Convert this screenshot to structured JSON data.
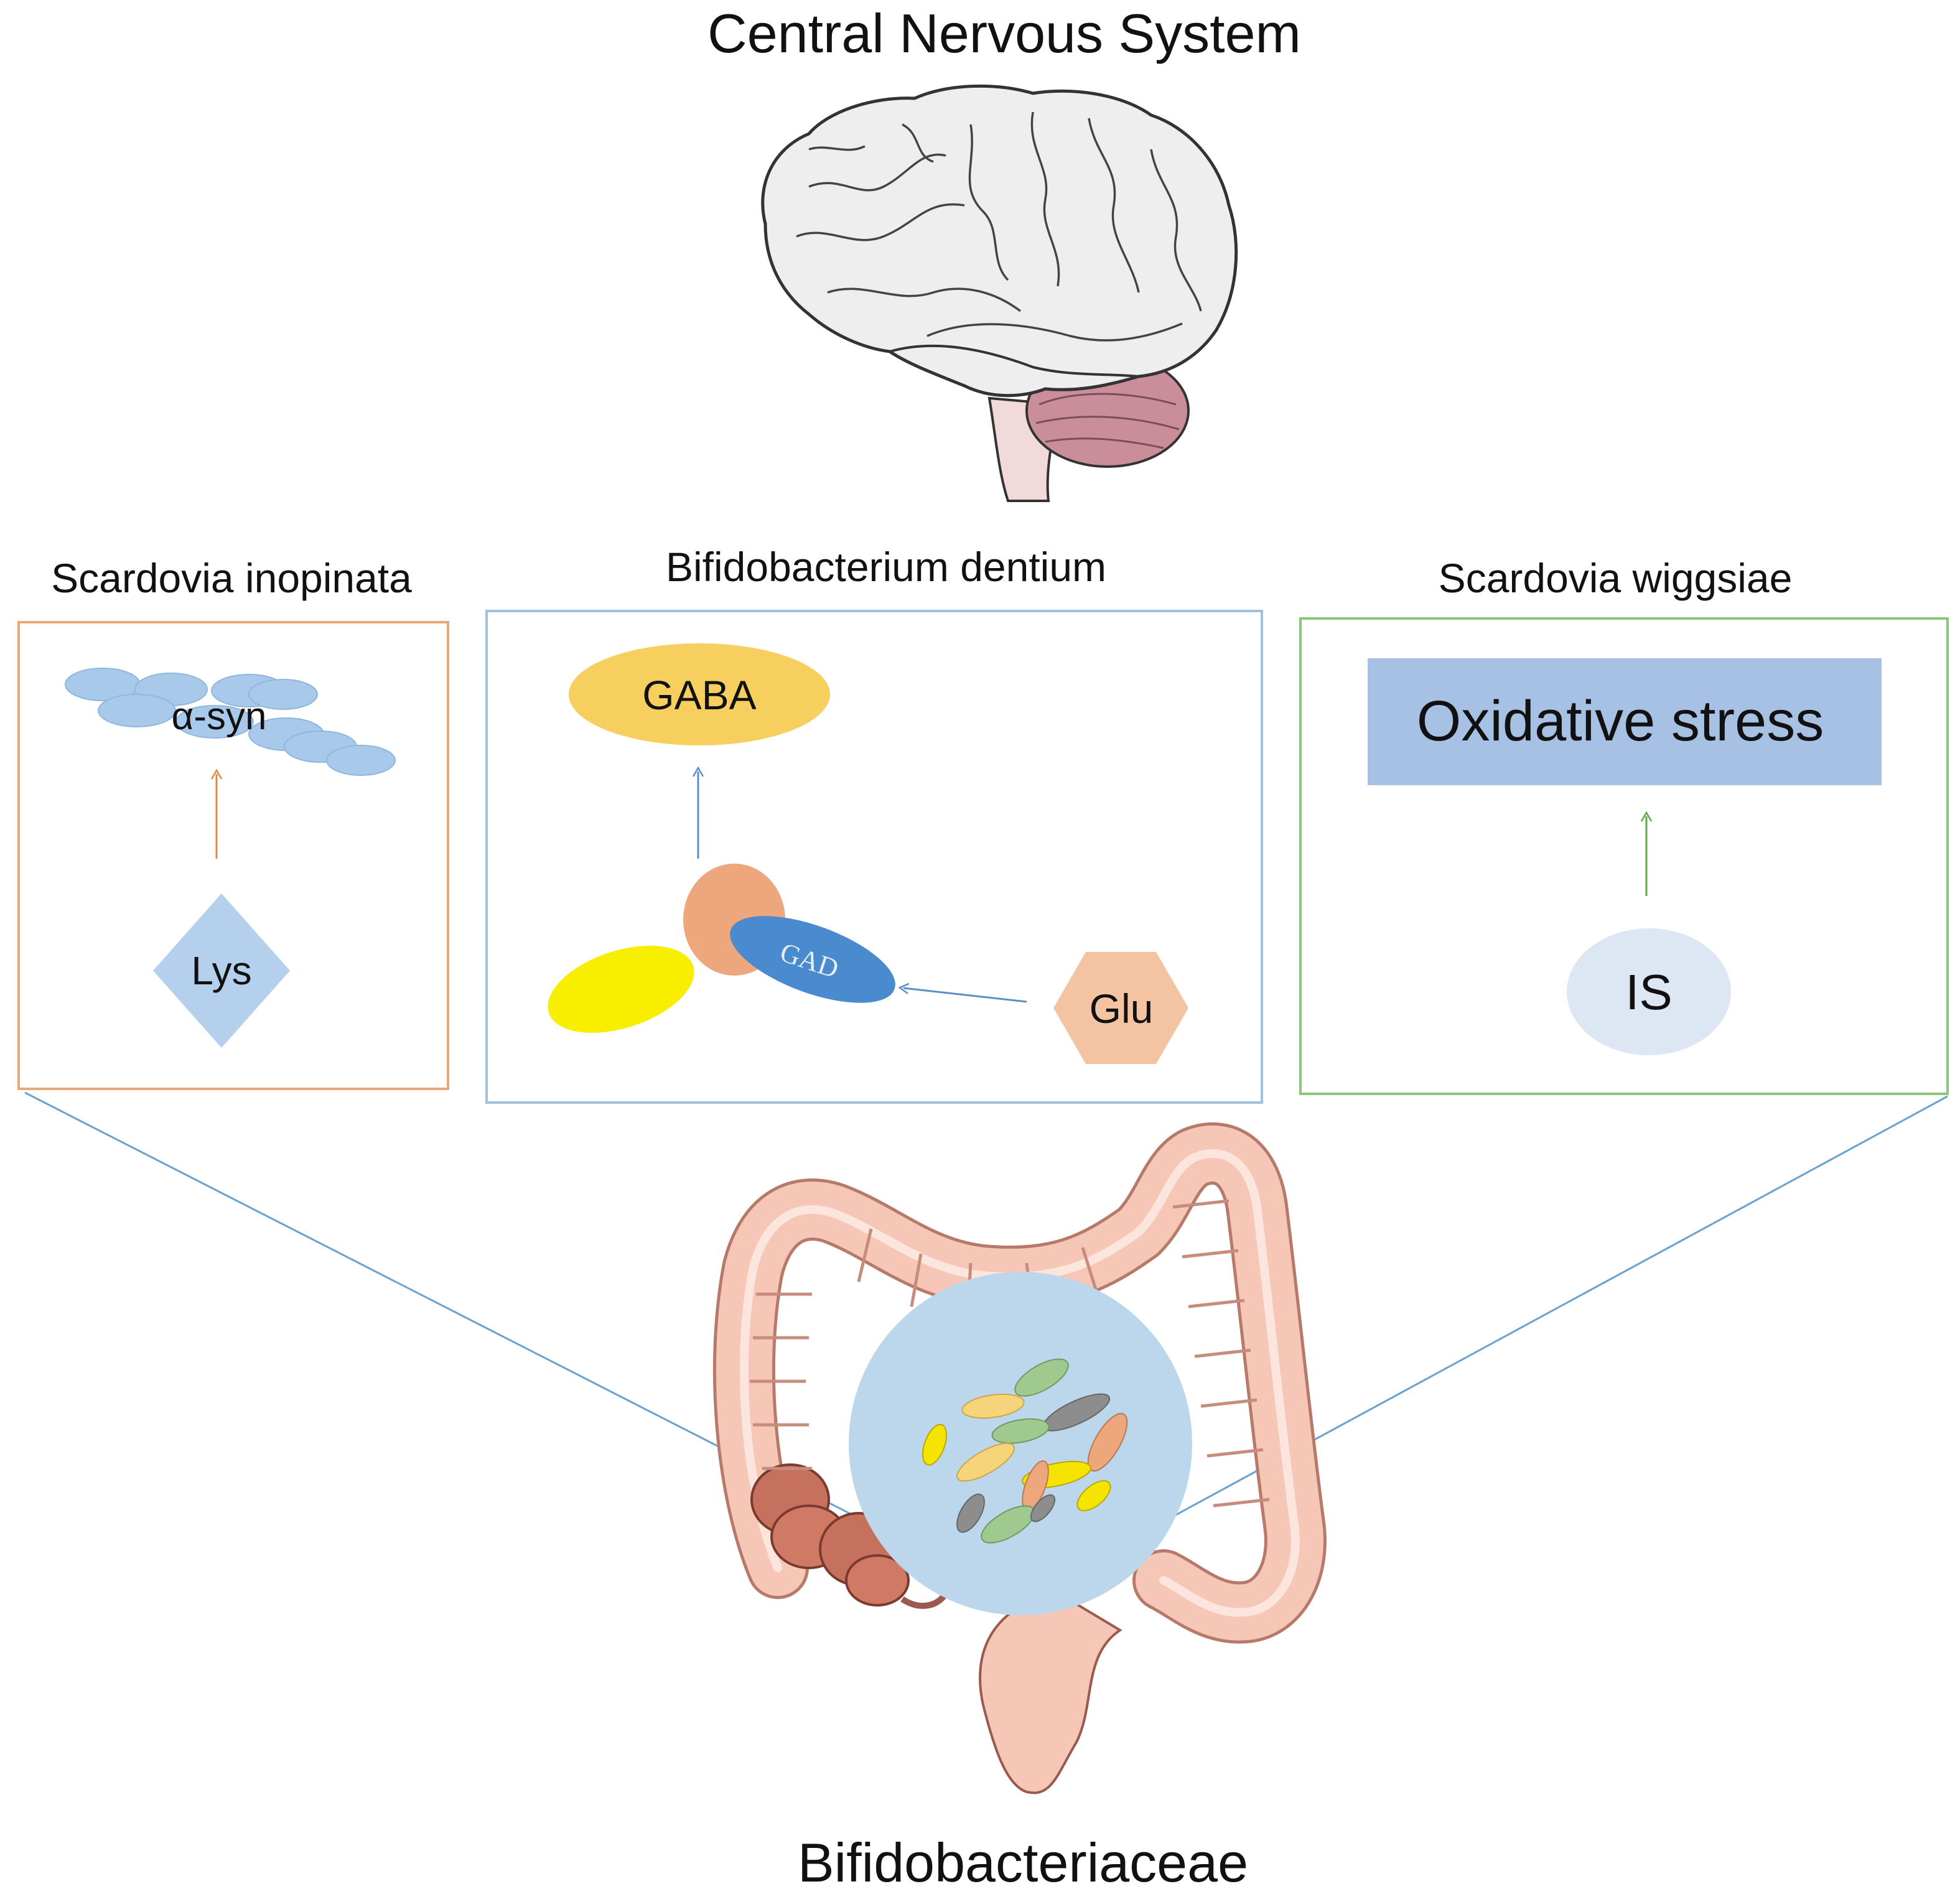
{
  "title": "Central Nervous System",
  "footer_label": "Bifidobacteriaceae",
  "panels": {
    "left": {
      "title": "Scardovia inopinata",
      "protein_label": "α-syn",
      "source_label": "Lys",
      "border_color": "#e9a877",
      "arrow_color": "#e08a4a"
    },
    "middle": {
      "title": "Bifidobacterium dentium",
      "product_label": "GABA",
      "enzyme_label": "GAD",
      "substrate_label": "Glu",
      "border_color": "#9fc3df",
      "arrow_color": "#5b8fc7"
    },
    "right": {
      "title": "Scardovia wiggsiae",
      "effect_label": "Oxidative stress",
      "source_label": "IS",
      "border_color": "#8cc67a",
      "arrow_color": "#5aa84a"
    }
  },
  "colors": {
    "gaba_fill": "#f7cf5e",
    "glu_fill": "#f4c3a2",
    "lys_fill": "#b4d0ec",
    "syn_fill": "#a9c9ea",
    "oxidative_fill": "#a7c1e5",
    "is_fill": "#dde6f3",
    "gad_fill": "#4a8bcf",
    "enzyme_orange": "#eea77c",
    "enzyme_yellow": "#f7ee00",
    "microbiome_fill": "#bcd6ec",
    "connector_line": "#6aa2cf"
  },
  "icons": {
    "brain": "brain-illustration",
    "colon": "colon-illustration"
  }
}
